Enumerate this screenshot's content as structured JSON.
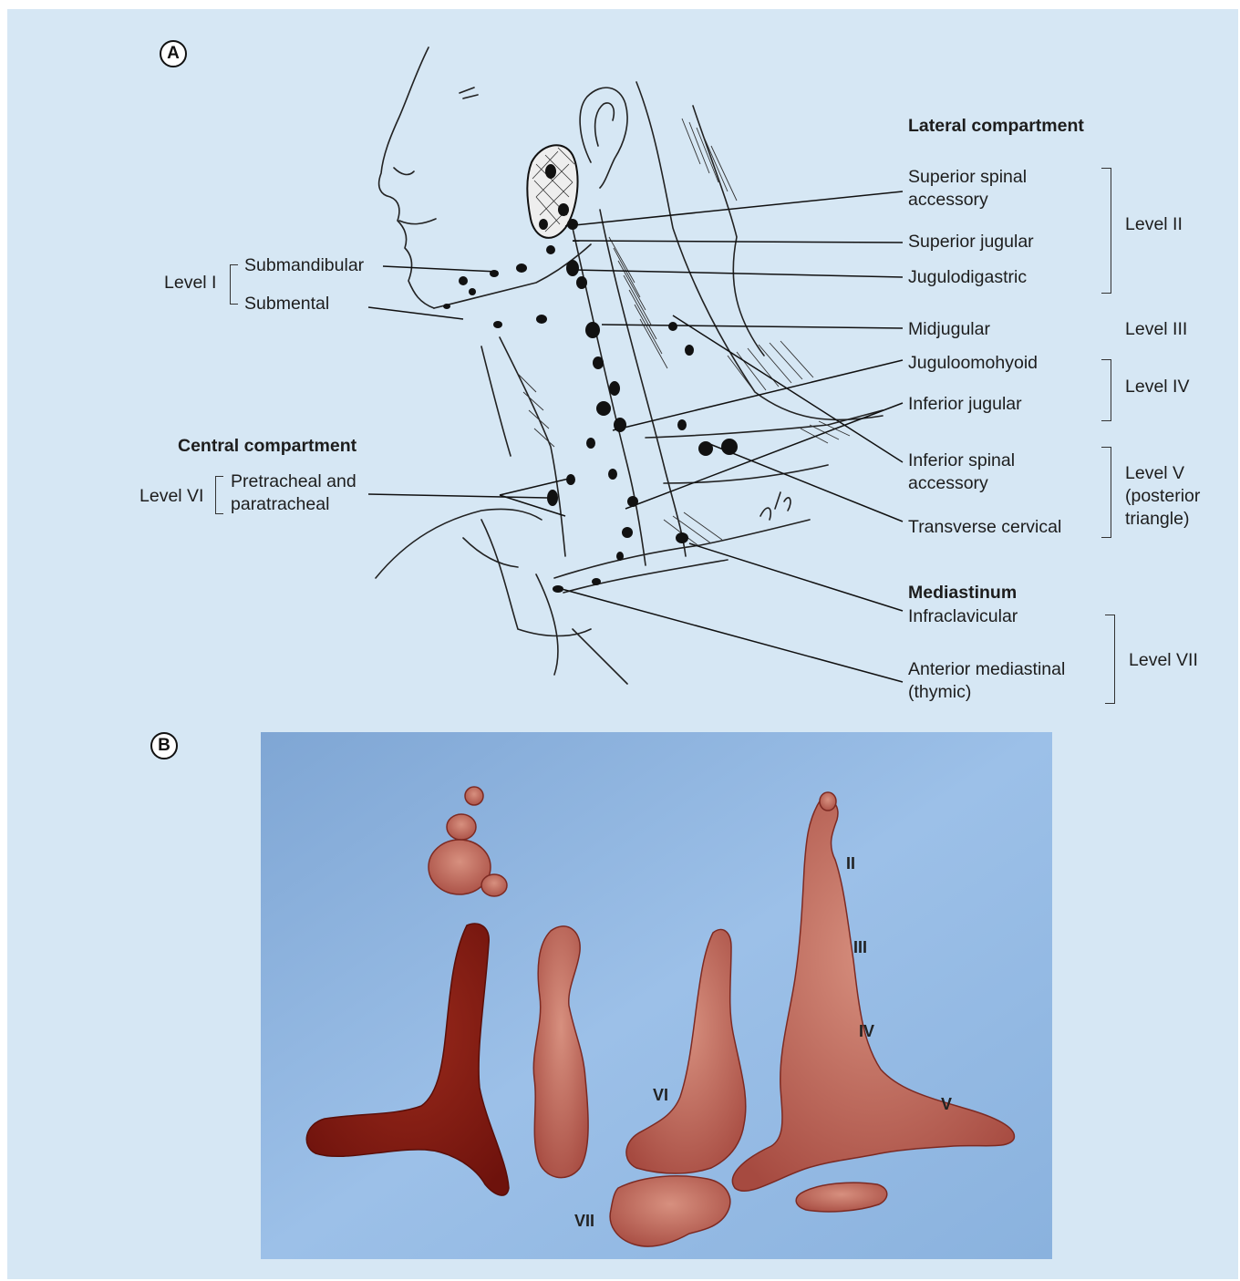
{
  "panel_a": {
    "letter": "A",
    "lateral_header": "Lateral compartment",
    "lateral_nodes": {
      "superior_spinal_accessory": "Superior spinal accessory",
      "superior_jugular": "Superior jugular",
      "jugulodigastric": "Jugulodigastric",
      "midjugular": "Midjugular",
      "juguloomohyoid": "Juguloomohyoid",
      "inferior_jugular": "Inferior jugular",
      "inferior_spinal_accessory": "Inferior spinal accessory",
      "transverse_cervical": "Transverse cervical"
    },
    "levels": {
      "level_ii": "Level II",
      "level_iii": "Level III",
      "level_iv": "Level IV",
      "level_v": "Level V (posterior triangle)",
      "level_vii": "Level VII",
      "level_i": "Level I",
      "level_vi": "Level VI"
    },
    "mediastinum_header": "Mediastinum",
    "mediastinum_nodes": {
      "infraclavicular": "Infraclavicular",
      "anterior_mediastinal": "Anterior mediastinal (thymic)"
    },
    "level_i_nodes": {
      "submandibular": "Submandibular",
      "submental": "Submental"
    },
    "central_header": "Central compartment",
    "central_nodes": {
      "pretracheal": "Pretracheal and paratracheal"
    },
    "signature": "jal"
  },
  "panel_b": {
    "letter": "B",
    "labels": {
      "ii": "II",
      "iii": "III",
      "iv": "IV",
      "v": "V",
      "vi": "VI",
      "vii": "VII"
    }
  },
  "colors": {
    "background": "#d6e7f4",
    "photo_background": "#8fb6e0",
    "tissue": "#a8403c",
    "tissue_dark": "#7c1a12",
    "nodes": "#111111"
  }
}
